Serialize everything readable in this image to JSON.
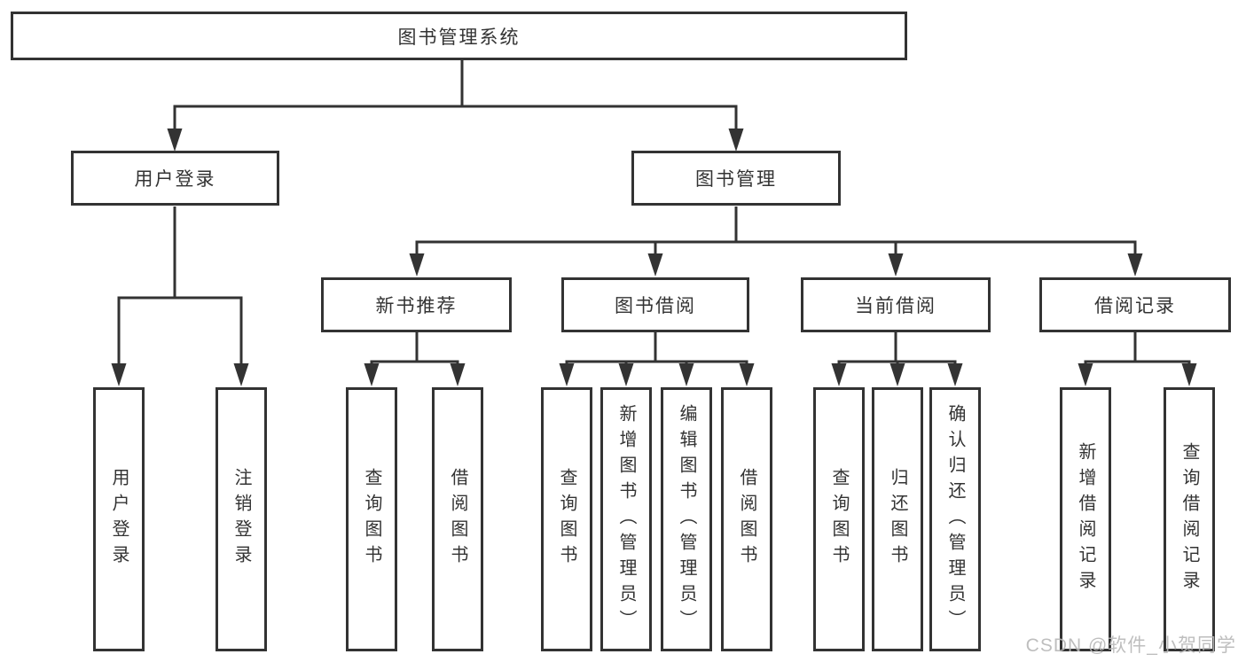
{
  "diagram": {
    "title": "图书管理系统",
    "level2": [
      {
        "id": "user-login",
        "label": "用户登录"
      },
      {
        "id": "book-management",
        "label": "图书管理"
      }
    ],
    "level3": [
      {
        "id": "new-book-recommend",
        "label": "新书推荐"
      },
      {
        "id": "book-borrowing",
        "label": "图书借阅"
      },
      {
        "id": "current-borrowing",
        "label": "当前借阅"
      },
      {
        "id": "borrowing-records",
        "label": "借阅记录"
      }
    ],
    "leaves": [
      {
        "group": "user-login",
        "label": "用户登录"
      },
      {
        "group": "user-login",
        "label": "注销登录"
      },
      {
        "group": "new-book-recommend",
        "label": "查询图书"
      },
      {
        "group": "new-book-recommend",
        "label": "借阅图书"
      },
      {
        "group": "book-borrowing",
        "label": "查询图书"
      },
      {
        "group": "book-borrowing",
        "label": "新增图书（管理员）"
      },
      {
        "group": "book-borrowing",
        "label": "编辑图书（管理员）"
      },
      {
        "group": "book-borrowing",
        "label": "借阅图书"
      },
      {
        "group": "current-borrowing",
        "label": "查询图书"
      },
      {
        "group": "current-borrowing",
        "label": "归还图书"
      },
      {
        "group": "current-borrowing",
        "label": "确认归还（管理员）"
      },
      {
        "group": "borrowing-records",
        "label": "新增借阅记录"
      },
      {
        "group": "borrowing-records",
        "label": "查询借阅记录"
      }
    ],
    "watermark": "CSDN @软件_小贺同学",
    "colors": {
      "line": "#333333",
      "text": "#333333",
      "box_background": "#ffffff",
      "background": "#ffffff",
      "watermark": "#b8b8b8"
    }
  }
}
